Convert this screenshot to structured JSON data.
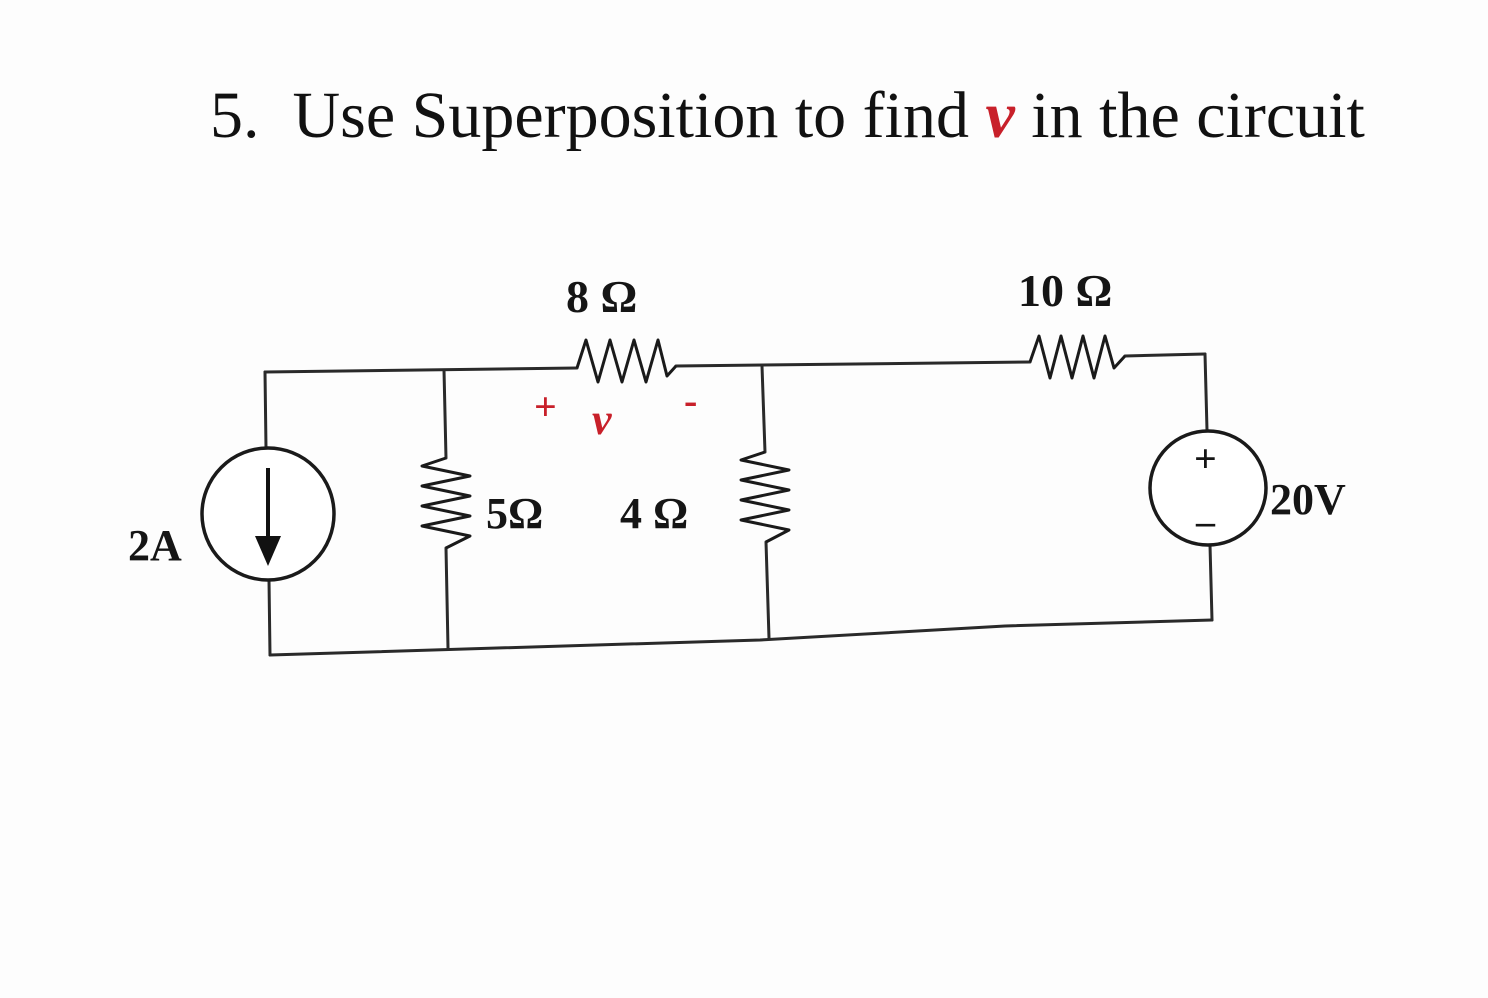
{
  "problem": {
    "number": "5.",
    "text_before": "Use Superposition to find",
    "variable": "v",
    "text_after": "in the circuit"
  },
  "circuit": {
    "components": [
      {
        "id": "current-source",
        "type": "current-source",
        "label": "2A",
        "direction": "down"
      },
      {
        "id": "resistor-5",
        "type": "resistor",
        "label": "5Ω"
      },
      {
        "id": "resistor-8",
        "type": "resistor",
        "label": "8 Ω"
      },
      {
        "id": "resistor-4",
        "type": "resistor",
        "label": "4 Ω"
      },
      {
        "id": "resistor-10",
        "type": "resistor",
        "label": "10 Ω"
      },
      {
        "id": "voltage-source",
        "type": "voltage-source",
        "label": "20V",
        "plus": "+",
        "minus": "–"
      }
    ],
    "voltage_marker": {
      "plus": "+",
      "variable": "v",
      "minus": "-"
    },
    "colors": {
      "wire": "#2a2a2a",
      "variable": "#c8202a"
    }
  }
}
